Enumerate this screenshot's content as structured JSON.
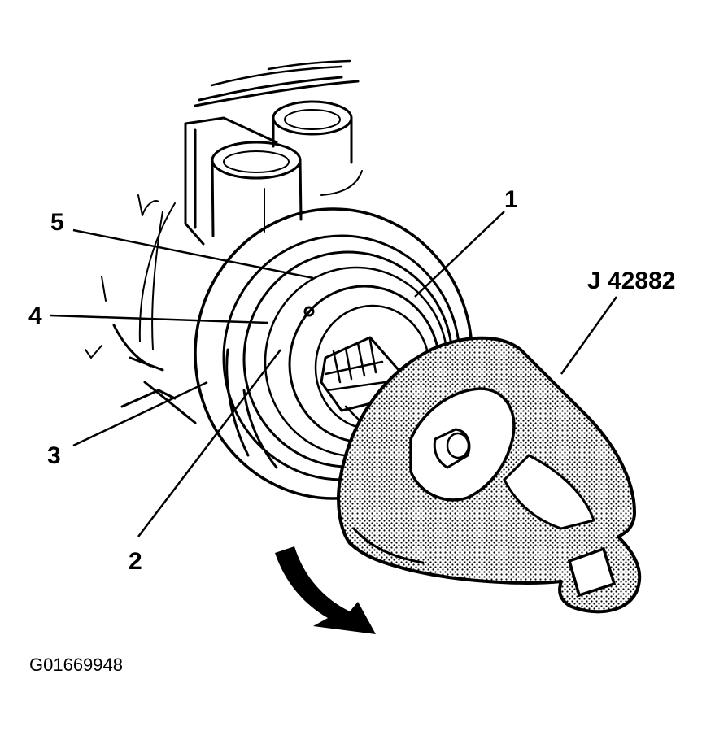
{
  "callouts": {
    "c1": "1",
    "c2": "2",
    "c3": "3",
    "c4": "4",
    "c5": "5",
    "tool": "J 42882"
  },
  "figure_id": "G01669948",
  "colors": {
    "ink": "#000000",
    "background": "#ffffff"
  }
}
